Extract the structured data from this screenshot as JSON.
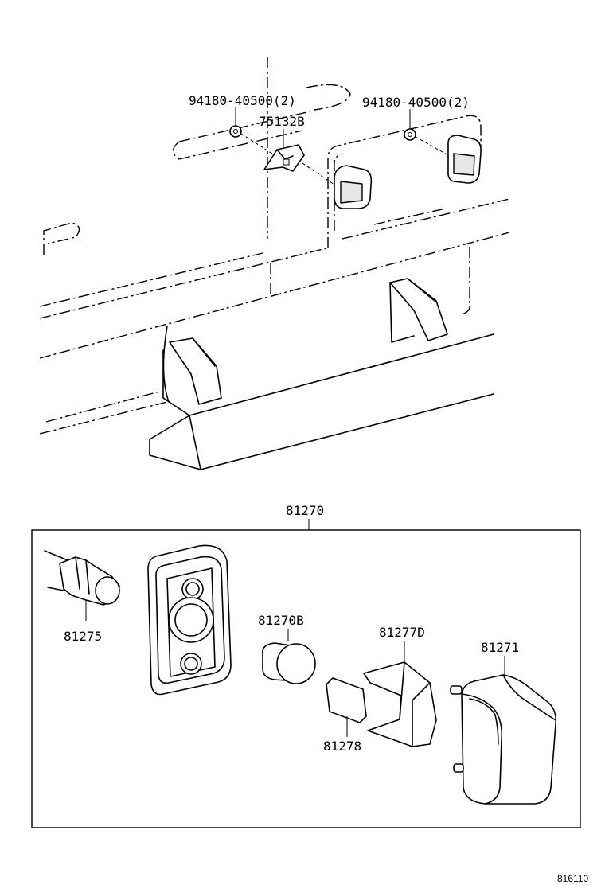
{
  "diagram": {
    "labels": {
      "nut_left": "94180-40500(2)",
      "nut_right": "94180-40500(2)",
      "bracket": "75132B",
      "assembly": "81270",
      "socket": "81275",
      "bulb": "81270B",
      "cover": "81277D",
      "lens": "81271",
      "gasket": "81278"
    },
    "reference_number": "816110"
  }
}
